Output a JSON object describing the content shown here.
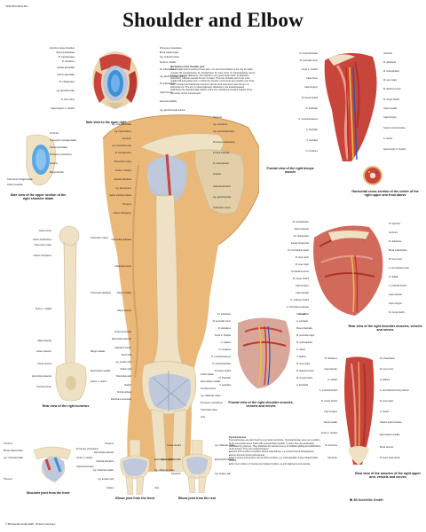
{
  "header": {
    "product_code": "VR1175UU ENGLISH",
    "title": "Shoulder and Elbow"
  },
  "colors": {
    "skin": "#eab97a",
    "bone": "#efe1c3",
    "muscle": "#c7453b",
    "cartilage": "#3d8fd6",
    "ligament": "#b9c6de",
    "nerve": "#e8c24a",
    "artery": "#c8281e",
    "vein": "#2c56a8"
  },
  "captions": {
    "open_joint": "Side view to the open right shoulder joint",
    "upper_blade": "Side view of the upper section of the right shoulder blade",
    "biceps": "Frontal view of the right biceps muscle",
    "cross_section": "Horizontal cross-section of the center of the right upper arm from above",
    "rear_shoulder": "Rear view of the right shoulder muscles, vessels and nerves",
    "humerus": "Rear view of the right humerus",
    "front_shoulder": "Frontal view of the right shoulder muscles, vessels and nerves",
    "rear_forearm": "Rear view of the muscles of the right upper arm, vessels and nerves",
    "shoulder_front": "Shoulder joint from the front",
    "elbow_front": "Elbow joint from the front",
    "elbow_rear": "Elbow joint from the rear"
  },
  "text_blocks": {
    "mechanism_title": "Mechanism of the shoulder joint",
    "mechanism_body": "The shoulder joint is among a loose joint. It is secured primarily by the ring of rotator muscles (M. supraspinatus, M. infraspinatus, M. teres minor, M. subscapularis), and to a lesser extent by ligaments. The capsule is very generously sized. In abduction (transition), capsule extends the arm to lower. Thus the shoulder joint is the most mobile ball-and-socket joint, in which the freedom movements are possible over three axes. Forward and backward movement (flexion and extension) raise the arm to horizontal unit. The arm is raised sideways (abduction), the inward/outward (adduction) the lateral/medial rotation of the arm. Assisted a constant rotation of the two bones on the humeral axis.",
    "bursae_title": "Synovial bursae",
    "bursae_body": "Synovial bursae are sacs lined by a synovial membrane. Synovial bursae serve as a cushion at the connection tissue fields with synovial fluid possible. In other, they are particularly stimulated by pressure. They distribute the load and serve to facilitate gliding and stabilization of the tissues. They are located between:",
    "bursae_items": [
      "bones and muscles or tendons (bursa subtendinea, e.g. bursa musculi infraspinatus),",
      "bone and skin (bursa subcutanea),",
      "two muscles and tendons (bursa submuscularis, e.g. subscapularis, bursa subacromialis, deltoid),",
      "the inner surface of muscles and related tendons, as joint ligaments and capsule."
    ]
  },
  "footer": {
    "brand": "3B Scientific GmbH",
    "copyright": "© 3B Scientific GmbH 2008 · Printed in Germany"
  },
  "labels": {
    "joint_left": [
      "Acromion (upper shoulder)",
      "Bursa subdeltoidea",
      "M. supraspinatus",
      "M. deltoideus",
      "Cavitas glenoidalis",
      "Labrum glenoidale",
      "M. infraspinatus",
      "Lig. glenohumerale",
      "M. teres minor",
      "Caput longum m. tricipitis"
    ],
    "joint_right": [
      "Processus coracoideus",
      "Bursa subacromialis",
      "Lig. coracohumerale",
      "Tendo m. bicipitis",
      "M. subscapularis",
      "Lig. glenohumerale medium",
      "M. subscapularis",
      "Caput humeri",
      "Recessus axillaris",
      "Lig. glenohumerale inferius"
    ],
    "blade": [
      "Acromion",
      "Tuberculum supraglenoidale",
      "Cavitas glenoidalis",
      "Processus coracoideus",
      "Scapula",
      "Margo lateralis",
      "Tuberculum infraglenoidale",
      "Collum scapulae"
    ],
    "center_left": [
      "Lig. coracoacromiale",
      "Lig. trapezoideum",
      "Acromion",
      "Lig. coracohumerale",
      "M. supraspinatus",
      "Tuberculum majus",
      "Tendo m. bicipitis",
      "Capsula articularis",
      "Lig. transversum",
      "Sulcus intertubercularis",
      "Humerus",
      "Collum chirurgicum",
      "Tuberositas deltoidea",
      "Diaphysis humeri",
      "Margo medialis",
      "Margo lateralis",
      "Fossa coronoidea",
      "Epicondylus lateralis",
      "Capitulum humeri",
      "Caput radii",
      "Lig. anulare radii",
      "Collum radii",
      "Tuberositas radii",
      "Radius",
      "Chorda obliqua",
      "Membrana interossea"
    ],
    "center_right": [
      "Clavicula",
      "Lig. conoideum",
      "Lig. acromioclaviculare",
      "Processus coracoideus",
      "Incisura scapulae",
      "M. subscapularis",
      "Scapula",
      "Capsula articularis",
      "Lig. glenohumerale",
      "Tuberculum minus",
      "Fossa radialis",
      "Epicondylus medialis",
      "Trochlea humeri",
      "Lig. collaterale ulnare",
      "Processus coronoideus",
      "Tuberositas ulnae",
      "Ulna"
    ],
    "humerus_left": [
      "Caput humeri",
      "Collum anatomicum",
      "Tuberculum majus",
      "Collum chirurgicum",
      "Sulcus n. radialis",
      "Margo lateralis",
      "Facies posterior",
      "Fossa olecrani",
      "Epicondylus lateralis",
      "Trochlea humeri"
    ],
    "humerus_right": [
      "Tuberculum majus",
      "Tuberositas deltoidea",
      "Margo medialis",
      "Epicondylus medialis",
      "Sulcus n. ulnaris"
    ],
    "biceps_left": [
      "M. coracobrachialis",
      "M. pectoralis minor",
      "Tendo m. bicipitis",
      "Caput breve",
      "Caput longum",
      "M. biceps brachii",
      "M. brachialis",
      "N. musculocutaneus",
      "A. brachialis",
      "V. cephalica",
      "N. medianus"
    ],
    "biceps_right": [
      "Clavicula",
      "M. deltoideus",
      "M. subscapularis",
      "M. teres major",
      "M. latissimus dorsi",
      "M. triceps brachii",
      "Caput mediale",
      "Caput longum",
      "Septum intermusculare",
      "N. ulnaris",
      "Aponeurosis m. bicipitis"
    ],
    "rear_left": [
      "M. supraspinatus",
      "Spina scapulae",
      "M. infraspinatus",
      "Fascia infraspinata",
      "M. rhomboideus major",
      "M. teres minor",
      "M. teres major",
      "M. latissimus dorsi",
      "M. triceps brachii",
      "Caput longum",
      "Caput laterale",
      "N. cutaneus brachii",
      "A. circumflexa scapulae",
      "N. axillaris"
    ],
    "rear_right": [
      "M. trapezius",
      "Acromion",
      "M. deltoideus",
      "Bursa subdeltoidea",
      "M. teres minor",
      "A. circumflexa humeri",
      "N. radialis",
      "A. profunda brachii",
      "Caput laterale",
      "Caput longum",
      "M. triceps brachii"
    ],
    "front_left": [
      "M. subclavius",
      "M. pectoralis minor",
      "M. deltoideus",
      "Tendo m. bicipitis",
      "A. axillaris",
      "N. medianus",
      "N. musculocutaneus",
      "M. coracobrachialis",
      "M. biceps brachii",
      "M. brachialis",
      "V. cephalica"
    ],
    "front_right": [
      "Clavicula",
      "A. subclavia",
      "Plexus brachialis",
      "M. pectoralis major",
      "M. subscapularis",
      "N. ulnaris",
      "V. basilica",
      "M. teres major",
      "M. latissimus dorsi",
      "M. triceps brachii",
      "A. brachialis"
    ],
    "forearm_left": [
      "M. deltoideus",
      "Caput laterale",
      "N. radialis",
      "A. profunda brachii",
      "M. triceps brachii",
      "Caput longum",
      "Caput mediale",
      "Tendo m. tricipitis",
      "M. anconeus",
      "Olecranon"
    ],
    "forearm_right": [
      "M. infraspinatus",
      "M. teres minor",
      "N. axillaris",
      "A. circumflexa humeri posterior",
      "M. teres major",
      "N. ulnaris",
      "Septum intermusculare",
      "Epicondylus medialis",
      "Bursa olecrani",
      "M. flexor carpi ulnaris"
    ],
    "bottom_shoulder": [
      "Acromion",
      "Bursa subacromialis",
      "Lig. coracoacromiale",
      "Processus coracoideus",
      "Tendo m. bicipitis",
      "Capsula articularis",
      "Humerus"
    ],
    "bottom_elbow_front": [
      "Humerus",
      "Epicondylus lateralis",
      "Capsula articularis",
      "Lig. collaterale radiale",
      "Lig. anulare radii",
      "Radius",
      "Epicondylus medialis",
      "Lig. collaterale ulnare",
      "Ulna"
    ],
    "bottom_elbow_rear": [
      "Fossa olecrani",
      "Epicondylus medialis",
      "Olecranon",
      "Lig. collaterale ulnare",
      "Epicondylus lateralis",
      "Lig. anulare radii"
    ]
  }
}
